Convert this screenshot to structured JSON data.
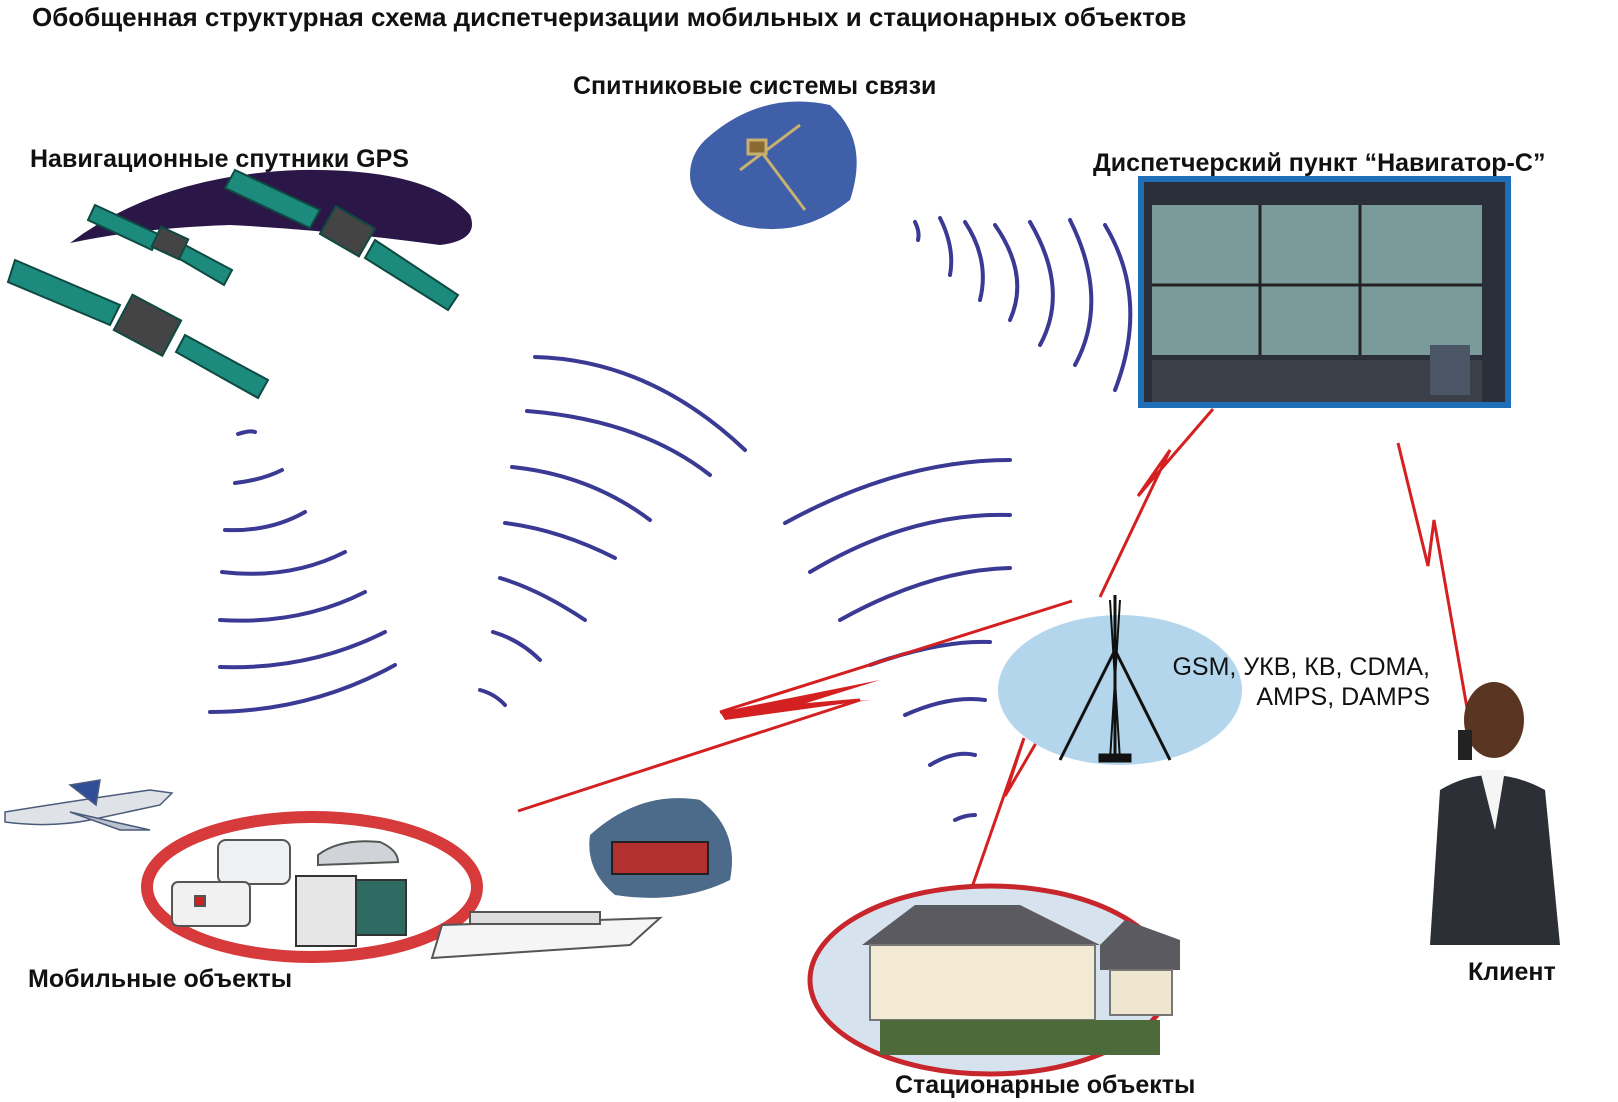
{
  "title": "Обобщенная структурная схема диспетчеризации мобильных и стационарных объектов",
  "labels": {
    "comm_satellites": "Спитниковые системы связи",
    "gps_satellites": "Навигационные спутники GPS",
    "dispatch": "Диспетчерский пункт “Навигатор-С”",
    "mobile": "Мобильные объекты",
    "stationary": "Стационарные объекты",
    "client": "Клиент"
  },
  "tower": {
    "line1": "GSM, УКВ, КВ, CDMA,",
    "line2": "AMPS, DAMPS"
  },
  "colors": {
    "waves": "#3a3a94",
    "links": "#d42020",
    "dispatch_frame": "#1f6fb8",
    "ellipse_blue": "#b3d6ec",
    "mobile_ring": "#d63a3a"
  },
  "icons": [
    "satellite-icon",
    "space-station-icon",
    "monitor-wall-icon",
    "radio-tower-icon",
    "airplane-icon",
    "truck-icon",
    "van-icon",
    "car-icon",
    "ship-icon",
    "train-icon",
    "house-icon",
    "person-icon"
  ]
}
